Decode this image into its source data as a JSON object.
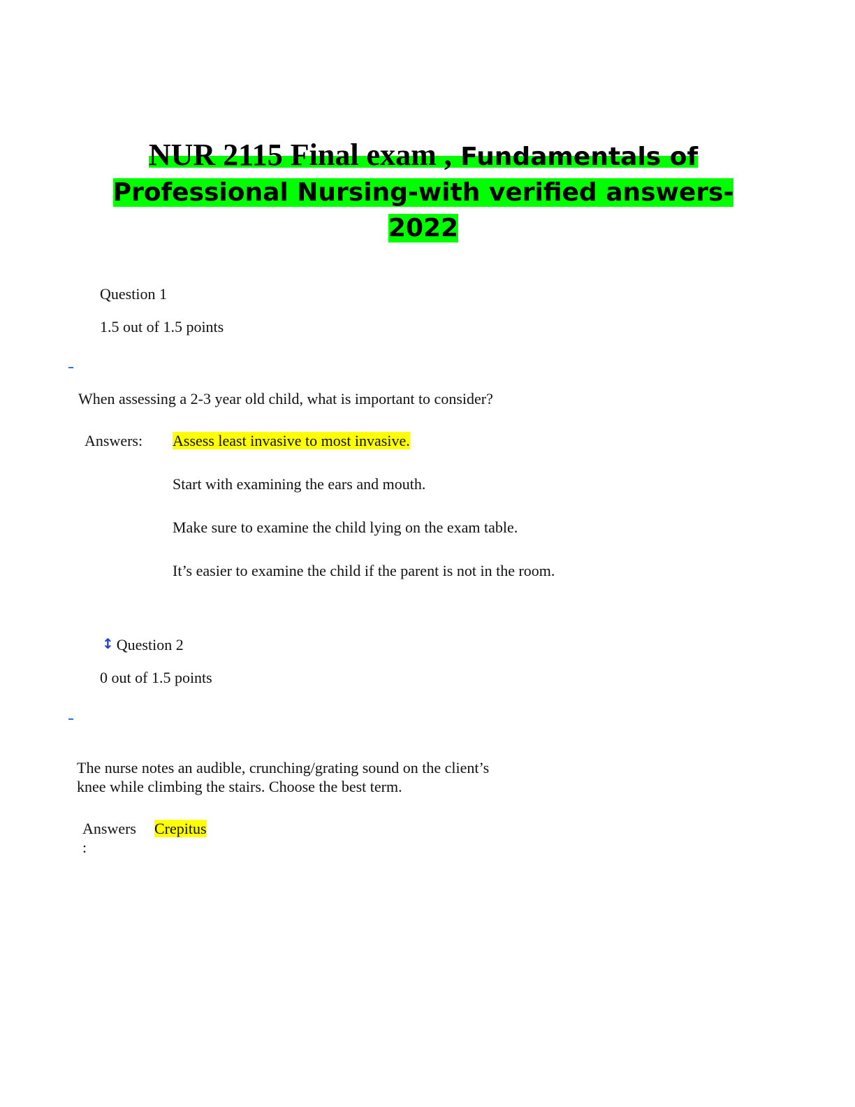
{
  "title": {
    "line1_serif": "NUR 2115 Final exam ,",
    "line1_sans": " Fundamentals of",
    "line2": "Professional Nursing-with verified answers-",
    "line3": "2022"
  },
  "question1": {
    "label": "Question 1",
    "score": "1.5 out of 1.5 points",
    "prompt": "When assessing a 2-3 year old child, what is important to consider?",
    "answers_label": "Answers:",
    "answers": [
      "Assess least invasive to most invasive.",
      "Start with examining the ears and mouth.",
      "Make sure to examine the child lying on the exam table.",
      "It’s easier to examine the child if the parent is not in the room."
    ]
  },
  "question2": {
    "label": "Question 2",
    "score": "0 out of 1.5 points",
    "prompt_line1": "The nurse notes an audible, crunching/grating sound on the client’s",
    "prompt_line2": "knee while climbing the stairs. Choose the best term.",
    "answers_label_line1": "Answers",
    "answers_label_line2": ":",
    "answer": "Crepitus"
  },
  "colors": {
    "title_highlight": "#00ff00",
    "answer_highlight": "#ffff00",
    "accent_blue": "#1f3fd0"
  },
  "icons": {
    "question2_marker": "up-down-arrow-icon"
  }
}
